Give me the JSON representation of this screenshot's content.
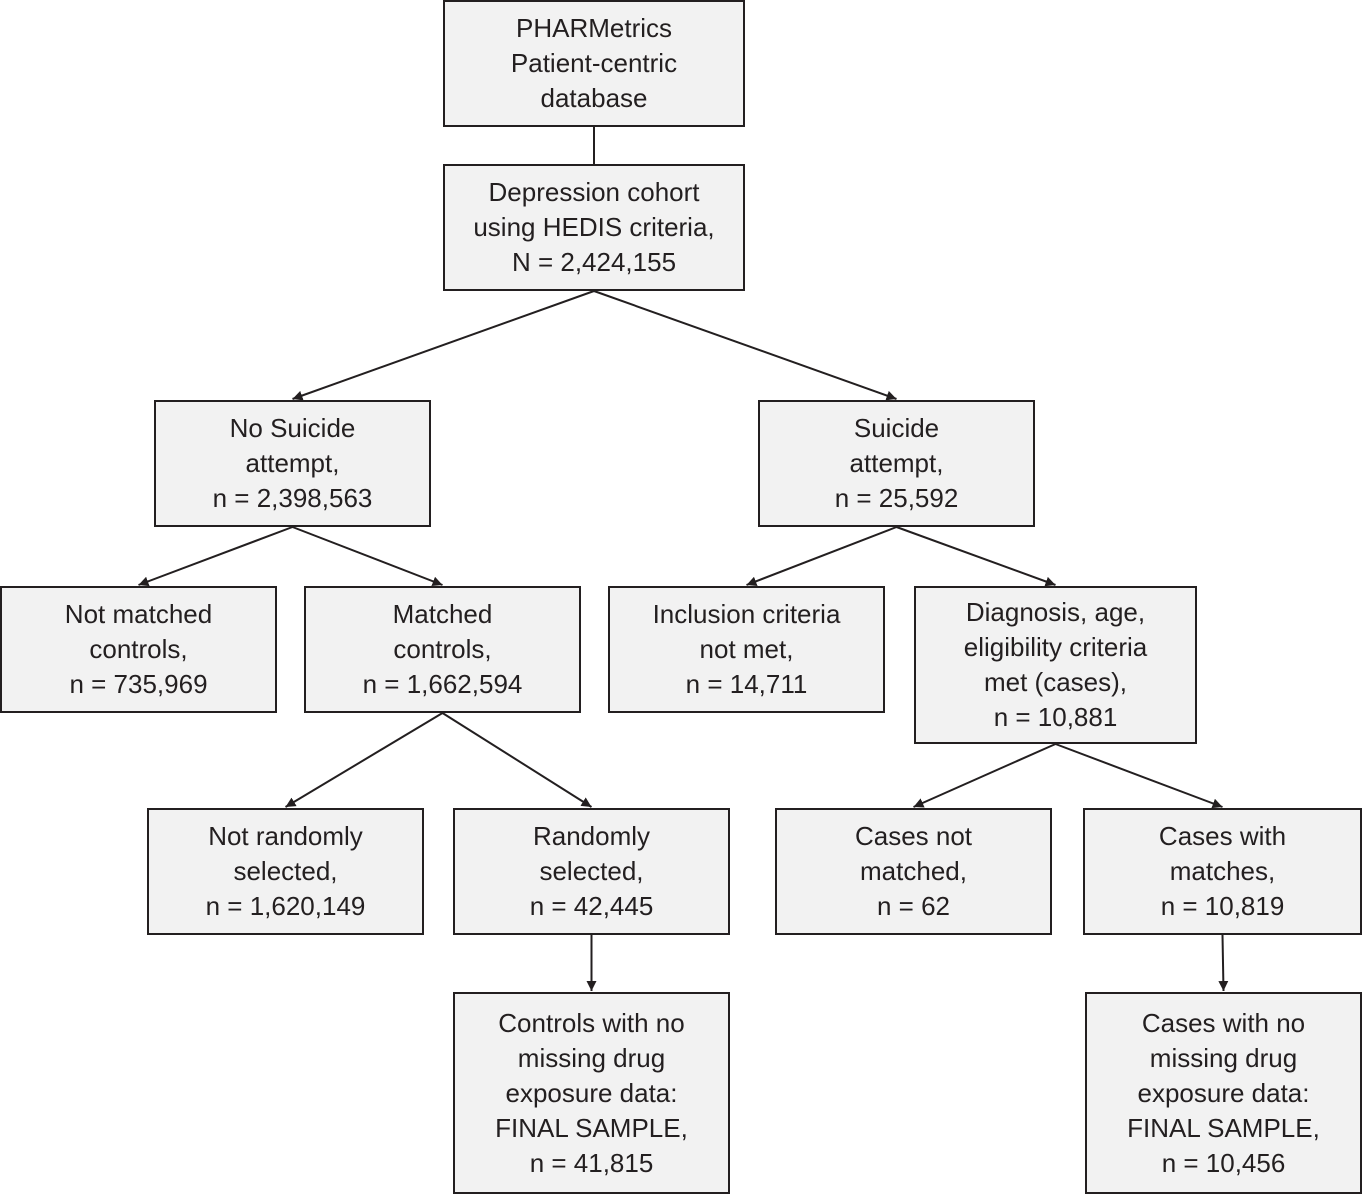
{
  "diagram": {
    "nodes": {
      "pharmetrics": {
        "lines": [
          "PHARMetrics",
          "Patient-centric",
          "database"
        ]
      },
      "cohort": {
        "lines": [
          "Depression cohort",
          "using HEDIS criteria,",
          "N = 2,424,155"
        ]
      },
      "nosuicide": {
        "lines": [
          "No Suicide",
          "attempt,",
          "n = 2,398,563"
        ]
      },
      "suicide": {
        "lines": [
          "Suicide",
          "attempt,",
          "n = 25,592"
        ]
      },
      "notmatched": {
        "lines": [
          "Not matched",
          "controls,",
          "n = 735,969"
        ]
      },
      "matched": {
        "lines": [
          "Matched",
          "controls,",
          "n = 1,662,594"
        ]
      },
      "inclusion": {
        "lines": [
          "Inclusion criteria",
          "not met,",
          "n = 14,711"
        ]
      },
      "diagnosis": {
        "lines": [
          "Diagnosis, age,",
          "eligibility criteria",
          "met (cases),",
          "n = 10,881"
        ]
      },
      "notrandom": {
        "lines": [
          "Not randomly",
          "selected,",
          "n = 1,620,149"
        ]
      },
      "random": {
        "lines": [
          "Randomly",
          "selected,",
          "n = 42,445"
        ]
      },
      "casesnot": {
        "lines": [
          "Cases not",
          "matched,",
          "n = 62"
        ]
      },
      "caseswith": {
        "lines": [
          "Cases with",
          "matches,",
          "n = 10,819"
        ]
      },
      "finalctrl": {
        "lines": [
          "Controls with no",
          "missing drug",
          "exposure data:",
          "FINAL SAMPLE,",
          "n = 41,815"
        ]
      },
      "finalcases": {
        "lines": [
          "Cases with no",
          "missing drug",
          "exposure data:",
          "FINAL SAMPLE,",
          "n = 10,456"
        ]
      }
    },
    "edges": [
      {
        "from": "pharmetrics",
        "to": "cohort",
        "arrow": false
      },
      {
        "from": "cohort",
        "to": "nosuicide",
        "arrow": true
      },
      {
        "from": "cohort",
        "to": "suicide",
        "arrow": true
      },
      {
        "from": "nosuicide",
        "to": "notmatched",
        "arrow": true
      },
      {
        "from": "nosuicide",
        "to": "matched",
        "arrow": true
      },
      {
        "from": "suicide",
        "to": "inclusion",
        "arrow": true
      },
      {
        "from": "suicide",
        "to": "diagnosis",
        "arrow": true
      },
      {
        "from": "matched",
        "to": "notrandom",
        "arrow": true
      },
      {
        "from": "matched",
        "to": "random",
        "arrow": true
      },
      {
        "from": "diagnosis",
        "to": "casesnot",
        "arrow": true
      },
      {
        "from": "diagnosis",
        "to": "caseswith",
        "arrow": true
      },
      {
        "from": "random",
        "to": "finalctrl",
        "arrow": true
      },
      {
        "from": "caseswith",
        "to": "finalcases",
        "arrow": true
      }
    ],
    "colors": {
      "box_fill": "#f2f2f2",
      "line": "#231f20",
      "text": "#231f20"
    }
  }
}
